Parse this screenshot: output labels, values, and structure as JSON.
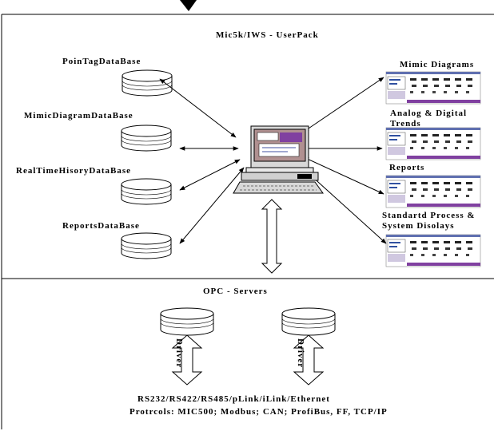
{
  "upper_panel": {
    "title": "Mic5k/IWS - UserPack",
    "databases": [
      "PoinTagDataBase",
      "MimicDiagramDataBase",
      "RealTimeHisoryDataBase",
      "ReportsDataBase"
    ],
    "screens": [
      "Mimic Diagrams",
      "Analog & Digital Trends",
      "Reports",
      "Standartd Process & System Disolays"
    ]
  },
  "lower_panel": {
    "title": "OPC - Servers",
    "driver_label": "Driver",
    "bus_line": "RS232/RS422/RS485/pLink/iLink/Ethernet",
    "protocols_line": "Protrcols: MIC500; Modbus; CAN; ProfiBus, FF, TCP/IP"
  },
  "colors": {
    "line": "#000000",
    "screen_bar": "#8040a0",
    "screen_content": "#5060a0",
    "computer_screen": "#b09090"
  }
}
